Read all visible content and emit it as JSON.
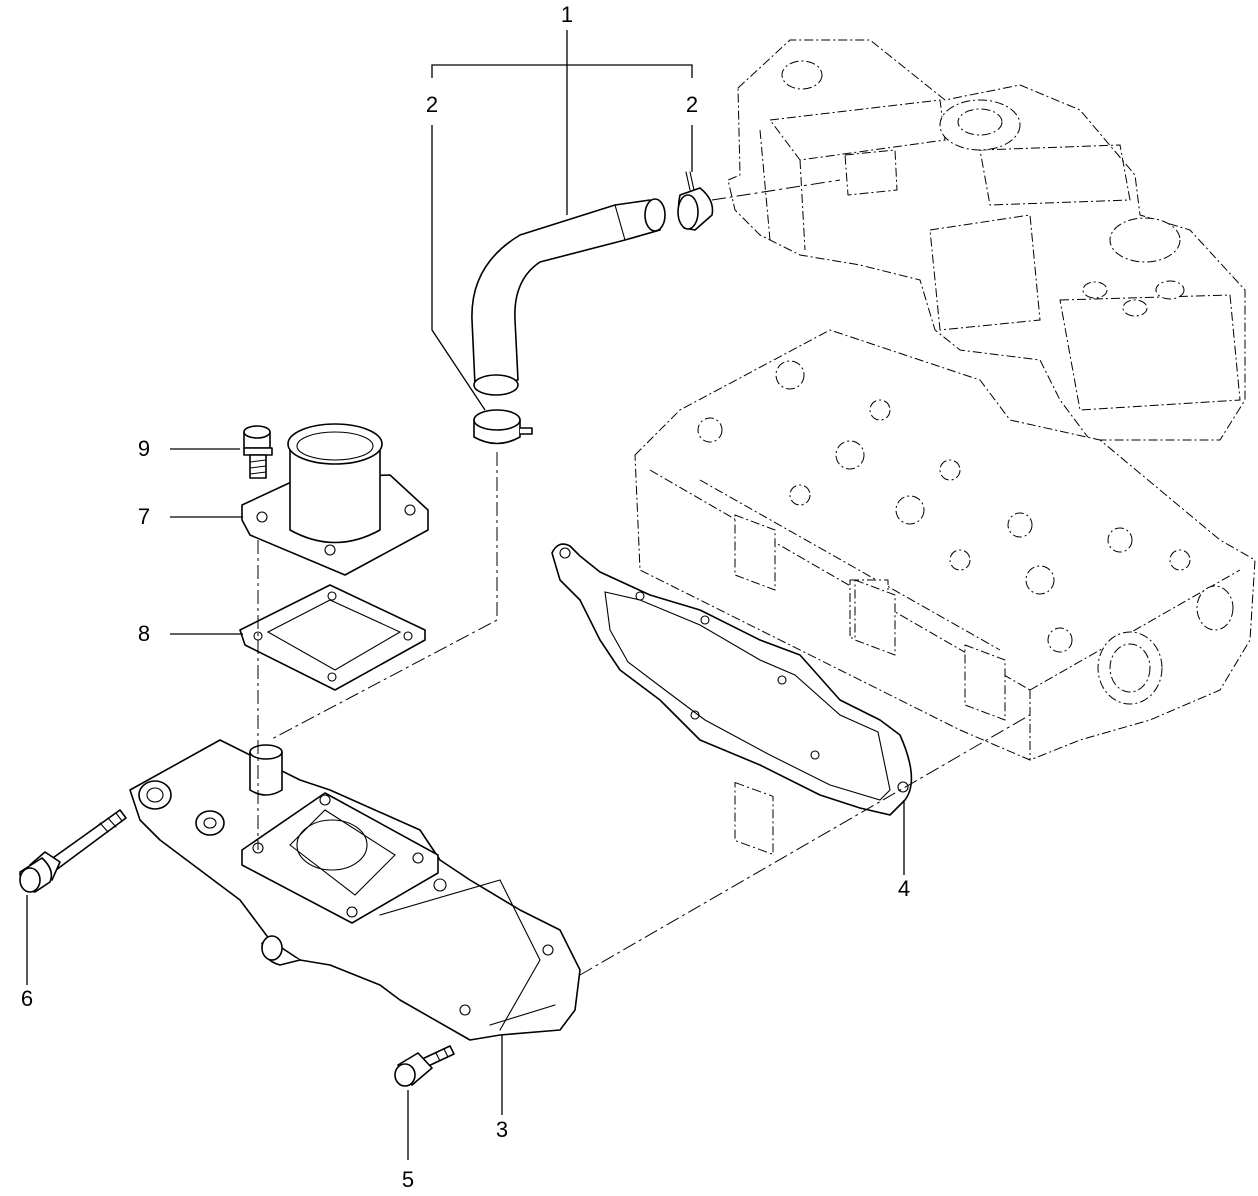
{
  "callouts": {
    "c1": "1",
    "c2a": "2",
    "c2b": "2",
    "c3": "3",
    "c4": "4",
    "c5": "5",
    "c6": "6",
    "c7": "7",
    "c8": "8",
    "c9": "9"
  },
  "colors": {
    "line": "#000000",
    "background": "#ffffff"
  }
}
